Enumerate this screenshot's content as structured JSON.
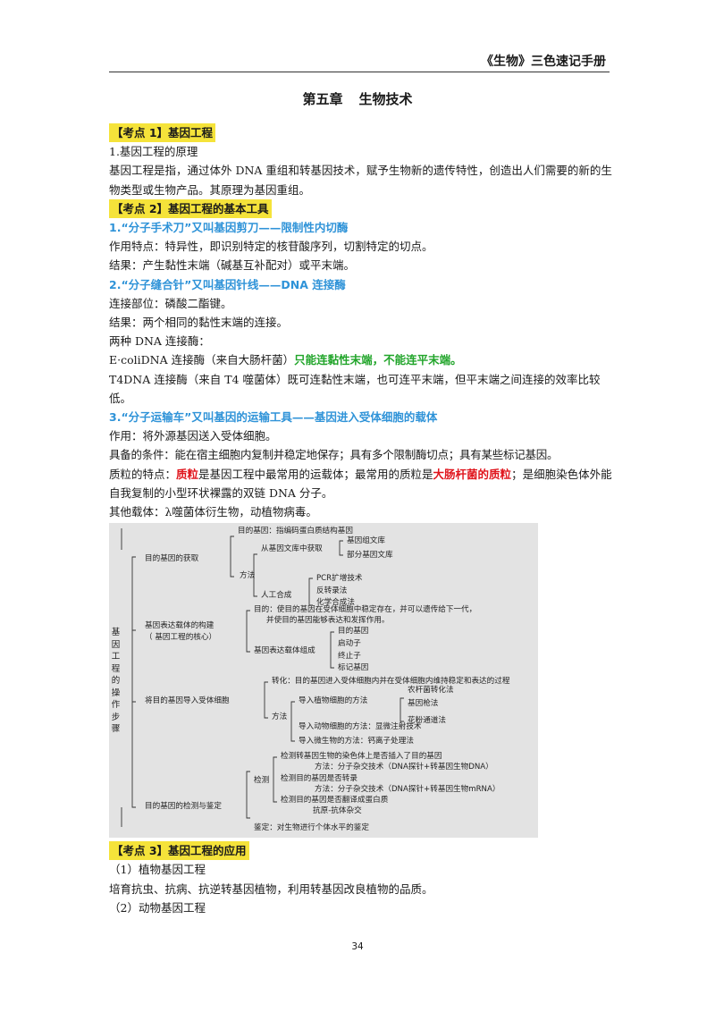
{
  "header": {
    "book_title": "《生物》三色速记手册"
  },
  "chapter": {
    "number": "第五章",
    "title": "生物技术"
  },
  "kp1": {
    "tag": "【考点 1】基因工程",
    "sub1": "1.基因工程的原理",
    "text": "基因工程是指，通过体外 DNA 重组和转基因技术，赋予生物新的遗传特性，创造出人们需要的新的生物类型或生物产品。其原理为基因重组。"
  },
  "kp2": {
    "tag": "【考点 2】基因工程的基本工具",
    "tool1": {
      "title": "1.“分子手术刀”又叫基因剪刀——限制性内切酶",
      "feature": "作用特点：特异性，即识别特定的核苷酸序列，切割特定的切点。",
      "result": "结果：产生黏性末端（碱基互补配对）或平末端。"
    },
    "tool2": {
      "title": "2.“分子缝合针”又叫基因针线——DNA 连接酶",
      "site": "连接部位：磷酸二酯键。",
      "result": "结果：两个相同的黏性末端的连接。",
      "two_kinds": "两种 DNA 连接酶：",
      "ecoli_a": "E·coliDNA 连接酶（来自大肠杆菌）",
      "ecoli_b": "只能连黏性末端，不能连平末端。",
      "t4": "T4DNA 连接酶（来自 T4 噬菌体）既可连黏性末端，也可连平末端，但平末端之间连接的效率比较低。"
    },
    "tool3": {
      "title": "3.“分子运输车”又叫基因的运输工具——基因进入受体细胞的载体",
      "function": "作用：将外源基因送入受体细胞。",
      "conditions": "具备的条件：能在宿主细胞内复制并稳定地保存；具有多个限制酶切点；具有某些标记基因。",
      "plasmid_a": "质粒的特点：",
      "plasmid_b": "质粒",
      "plasmid_c": "是基因工程中最常用的运载体；最常用的质粒是",
      "plasmid_d": "大肠杆菌的质粒",
      "plasmid_e": "；是细胞染色体外能自我复制的小型环状裸露的双链 DNA 分子。",
      "other": "其他载体：λ噬菌体衍生物，动植物病毒。"
    }
  },
  "diagram": {
    "root": "基因工程的操作步骤",
    "n_acquire": "目的基因的获取",
    "n_acquire_target": "目的基因：指编码蛋白质结构基因",
    "n_method": "方法",
    "n_library": "从基因文库中获取",
    "n_genomic": "基因组文库",
    "n_partial": "部分基因文库",
    "n_synth": "人工合成",
    "n_pcr": "PCR扩增技术",
    "n_rt": "反转录法",
    "n_chem": "化学合成法",
    "n_build": "基因表达载体的构建",
    "n_build_core": "（ 基因工程的核心）",
    "n_purpose_1": "目的：使目的基因在受体细胞中稳定存在，并可以遗传给下一代，",
    "n_purpose_2": "并使目的基因能够表达和发挥作用。",
    "n_compose": "基因表达载体组成",
    "n_c1": "目的基因",
    "n_c2": "启动子",
    "n_c3": "终止子",
    "n_c4": "标记基因",
    "n_intro": "将目的基因导入受体细胞",
    "n_transform": "转化：目的基因进入受体细胞内并在受体细胞内维持稳定和表达的过程",
    "n_method2": "方法",
    "n_plant": "导入植物细胞的方法",
    "n_p1": "农杆菌转化法",
    "n_p2": "基因枪法",
    "n_p3": "花粉通道法",
    "n_animal": "导入动物细胞的方法：显微注射技术",
    "n_micro": "导入微生物的方法：钙离子处理法",
    "n_detect": "目的基因的检测与鉴定",
    "n_check": "检测",
    "n_d1": "检测转基因生物的染色体上是否插入了目的基因",
    "n_d2": "方法：分子杂交技术（DNA探针+转基因生物DNA）",
    "n_d3": "检测目的基因是否转录",
    "n_d4": "方法：分子杂交技术（DNA探针+转基因生物mRNA）",
    "n_d5": "检测目的基因是否翻译成蛋白质",
    "n_d6": "抗原-抗体杂交",
    "n_identify": "鉴定：对生物进行个体水平的鉴定"
  },
  "kp3": {
    "tag": "【考点 3】基因工程的应用",
    "item1": "（1）植物基因工程",
    "item1_text": "培育抗虫、抗病、抗逆转基因植物，利用转基因改良植物的品质。",
    "item2": "（2）动物基因工程"
  },
  "footer": {
    "page_number": "34"
  }
}
